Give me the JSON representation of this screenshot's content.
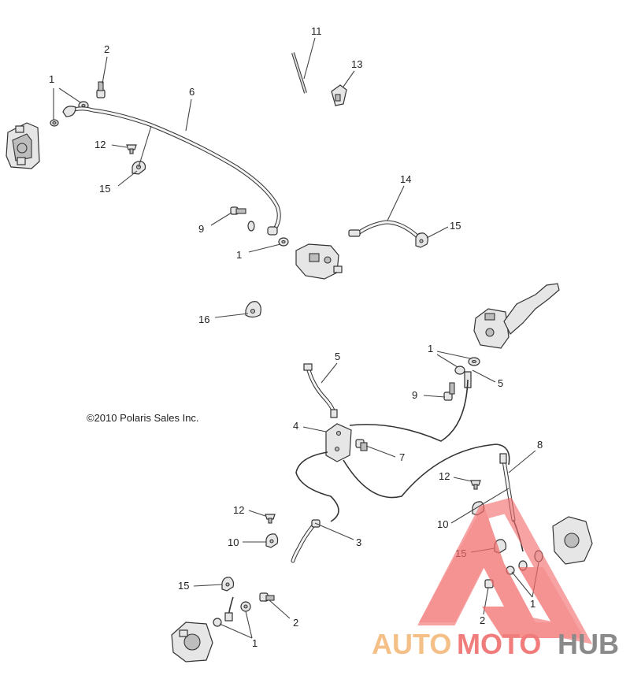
{
  "diagram": {
    "copyright": "©2010  Polaris Sales Inc.",
    "callouts": [
      {
        "id": "c-1a",
        "text": "1"
      },
      {
        "id": "c-2a",
        "text": "2"
      },
      {
        "id": "c-6",
        "text": "6"
      },
      {
        "id": "c-12a",
        "text": "12"
      },
      {
        "id": "c-15a",
        "text": "15"
      },
      {
        "id": "c-11",
        "text": "11"
      },
      {
        "id": "c-13",
        "text": "13"
      },
      {
        "id": "c-14",
        "text": "14"
      },
      {
        "id": "c-15b",
        "text": "15"
      },
      {
        "id": "c-9a",
        "text": "9"
      },
      {
        "id": "c-1b",
        "text": "1"
      },
      {
        "id": "c-16",
        "text": "16"
      },
      {
        "id": "c-1c",
        "text": "1"
      },
      {
        "id": "c-5a",
        "text": "5"
      },
      {
        "id": "c-5b",
        "text": "5"
      },
      {
        "id": "c-9b",
        "text": "9"
      },
      {
        "id": "c-4",
        "text": "4"
      },
      {
        "id": "c-7",
        "text": "7"
      },
      {
        "id": "c-8",
        "text": "8"
      },
      {
        "id": "c-12b",
        "text": "12"
      },
      {
        "id": "c-10a",
        "text": "10"
      },
      {
        "id": "c-12c",
        "text": "12"
      },
      {
        "id": "c-10b",
        "text": "10"
      },
      {
        "id": "c-3",
        "text": "3"
      },
      {
        "id": "c-15c",
        "text": "15"
      },
      {
        "id": "c-15d",
        "text": "15"
      },
      {
        "id": "c-2b",
        "text": "2"
      },
      {
        "id": "c-1d",
        "text": "1"
      },
      {
        "id": "c-2c",
        "text": "2"
      },
      {
        "id": "c-1e",
        "text": "1"
      }
    ]
  },
  "watermark": {
    "brand_part1": "AUTO",
    "brand_part2": "MOTO",
    "brand_part3": "HUB",
    "colors": {
      "triangle": "#f26a6a",
      "auto": "#f5c087",
      "moto": "#f07c7c",
      "hub": "#8a8a8a"
    }
  }
}
